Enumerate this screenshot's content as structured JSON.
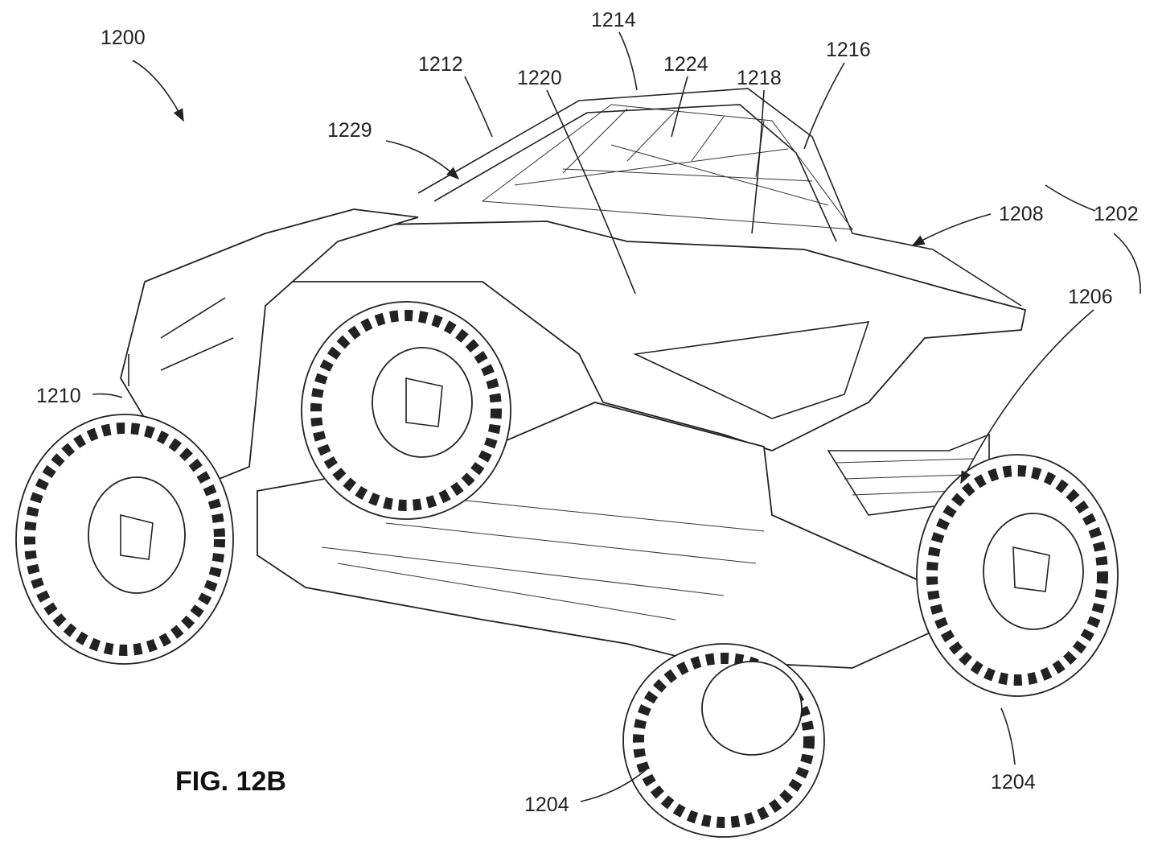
{
  "figure": {
    "title": "FIG. 12B",
    "labels": {
      "vehicle": "1200",
      "cage": "1214",
      "roll_bar_front": "1212",
      "net": "1224",
      "door_panel": "1220",
      "seat": "1218",
      "roll_bar_rear": "1216",
      "latch": "1229",
      "frame": "1208",
      "body_assembly": "1202",
      "floor": "1206",
      "front_fascia": "1210",
      "wheel_front": "1204",
      "wheel_rear": "1204"
    }
  }
}
